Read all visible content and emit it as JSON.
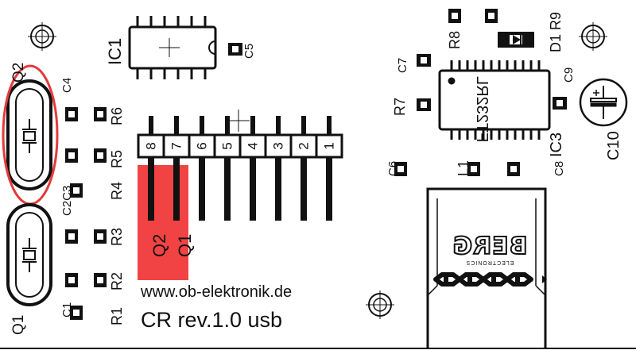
{
  "board": {
    "url": "www.ob-elektronik.de",
    "revision": "CR rev.1.0 usb",
    "colors": {
      "silk": "#111111",
      "highlight": "#ee2222",
      "ring": "#e43a3a",
      "fill": "#ffffff"
    }
  },
  "labels": {
    "ic1": "IC1",
    "ic3": "IC3",
    "ft232": "FT232RL",
    "q1": "Q1",
    "q2": "Q2",
    "c1": "C1",
    "c2c3": "C2C3",
    "c4": "C4",
    "c5": "C5",
    "c6": "C6",
    "c7": "C7",
    "c8": "C8",
    "c9": "C9",
    "c10": "C10",
    "r1": "R1",
    "r2": "R2",
    "r3": "R3",
    "r4": "R4",
    "r5": "R5",
    "r6": "R6",
    "r7": "R7",
    "r8": "R8",
    "d1r9": "D1 R9",
    "l1": "L1",
    "hl_q2": "Q2",
    "hl_q1": "Q1"
  },
  "header_pins": [
    "8",
    "7",
    "6",
    "5",
    "4",
    "3",
    "2",
    "1"
  ],
  "connector": {
    "brand": "BERG",
    "sub": "ELECTRONICS"
  }
}
